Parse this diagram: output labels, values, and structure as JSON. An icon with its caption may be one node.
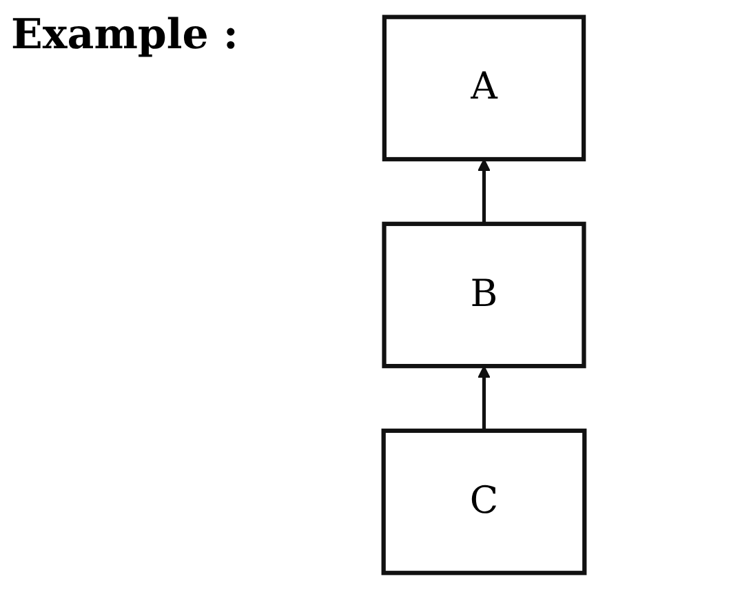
{
  "diagram": {
    "title": "Example :",
    "nodes": [
      {
        "text": [
          "A"
        ]
      },
      {
        "text": [
          "B"
        ]
      },
      {
        "text": [
          "C"
        ]
      }
    ],
    "edges": [
      {
        "from": 2,
        "to": 1,
        "arrow": "to"
      },
      {
        "from": 1,
        "to": 0,
        "arrow": "to"
      }
    ]
  }
}
